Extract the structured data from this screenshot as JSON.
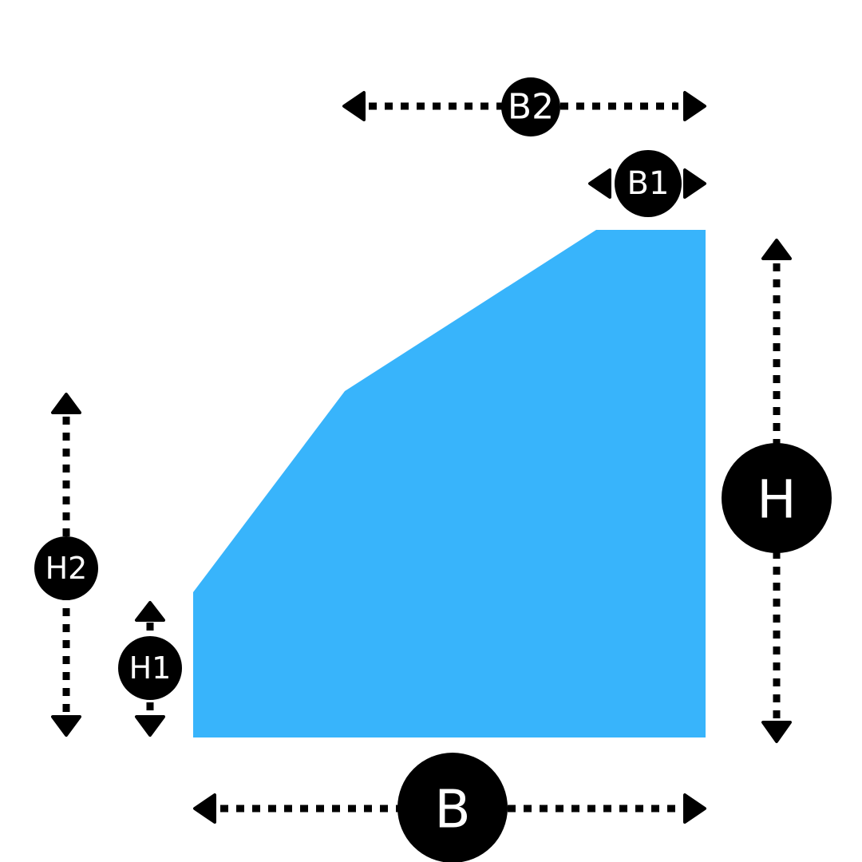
{
  "shape": {
    "fill_color": "#38B4FB"
  },
  "dimension_color": "#000000",
  "badge_text_color": "#ffffff",
  "labels": {
    "B": "B",
    "H": "H",
    "B1": "B1",
    "B2": "B2",
    "H1": "H1",
    "H2": "H2"
  }
}
